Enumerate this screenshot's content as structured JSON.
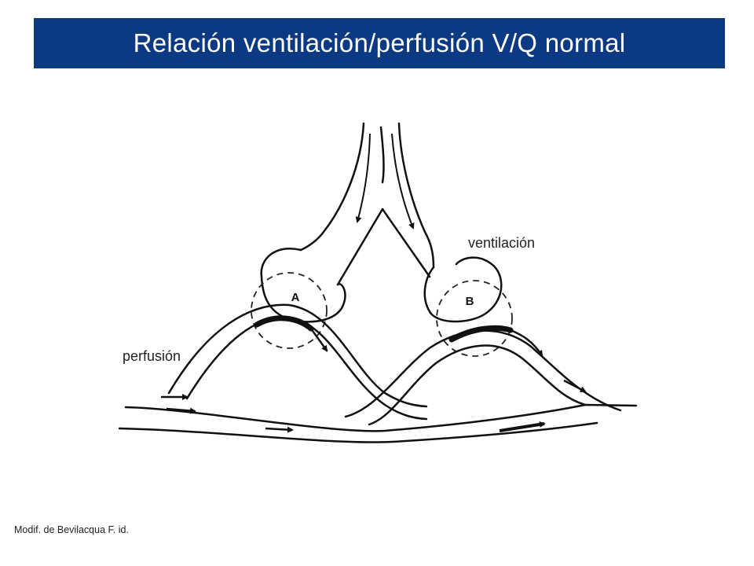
{
  "header": {
    "title": "Relación ventilación/perfusión V/Q normal",
    "background_color": "#0b3a83",
    "text_color": "#ffffff"
  },
  "diagram": {
    "alveolus_a_label": "A",
    "alveolus_b_label": "B",
    "ventilation_label": "ventilación",
    "perfusion_label": "perfusión"
  },
  "footer": {
    "source": "Modif. de Bevilacqua F. id."
  }
}
